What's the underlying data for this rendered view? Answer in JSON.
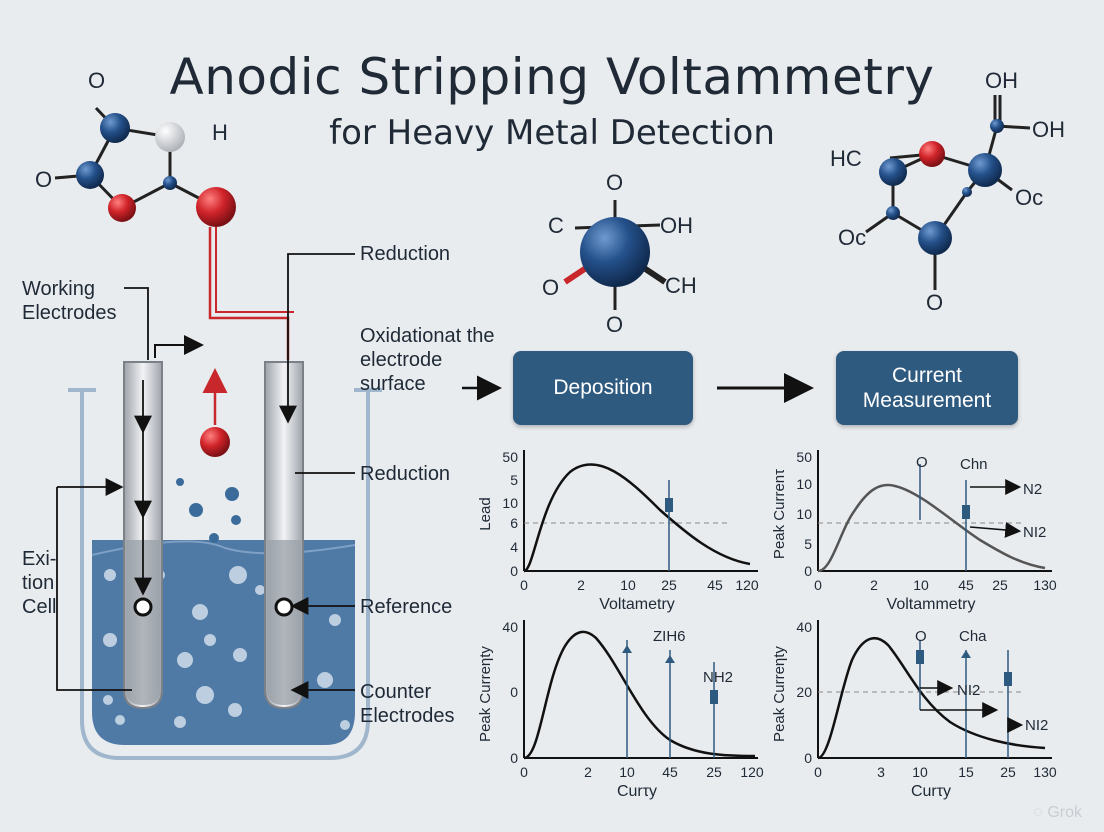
{
  "title": "Anodic Stripping Voltammetry",
  "subtitle": "for Heavy Metal Detection",
  "labels": {
    "working_electrodes": "Working\nElectrodes",
    "reduction_top": "Reduction",
    "oxidation": "Oxidationat the\nelectrode\nsurface",
    "reduction_mid": "Reduction",
    "reference": "Reference",
    "counter": "Counter\nElectrodes",
    "cell": "Exi-\ntion\nCell"
  },
  "process": {
    "deposition": "Deposition",
    "measurement": "Current\nMeasurement"
  },
  "molecules": {
    "left": {
      "o_top": "O",
      "o_left": "O",
      "h": "H"
    },
    "center": {
      "o_top": "O",
      "c": "C",
      "oh": "OH",
      "o_left": "O",
      "ch": "CH",
      "o_bottom": "O"
    },
    "right": {
      "oh1": "OH",
      "oh2": "OH",
      "hc": "HC",
      "oc_right": "Oc",
      "oc_left": "Oc",
      "o_bottom": "O"
    }
  },
  "chart_data": [
    {
      "type": "line",
      "ylabel": "Lead",
      "xlabel": "Voltametry",
      "xticks": [
        "0",
        "2",
        "10",
        "25",
        "45",
        "120"
      ],
      "yticks": [
        "50",
        "5",
        "10",
        "6",
        "4",
        "0"
      ],
      "annotations": []
    },
    {
      "type": "line",
      "ylabel": "Peak Currenτ",
      "xlabel": "Voltammetry",
      "xticks": [
        "0",
        "2",
        "10",
        "45",
        "25",
        "130"
      ],
      "yticks": [
        "50",
        "10",
        "10",
        "5",
        "0"
      ],
      "annotations": [
        "O",
        "Chn",
        "N2",
        "NI2"
      ]
    },
    {
      "type": "line",
      "ylabel": "Peak Curreηty",
      "xlabel": "Curτy",
      "xticks": [
        "0",
        "2",
        "10",
        "45",
        "25",
        "120"
      ],
      "yticks": [
        "40",
        "0",
        "0"
      ],
      "annotations": [
        "ZIH6",
        "NH2"
      ]
    },
    {
      "type": "line",
      "ylabel": "Peak Curreηty",
      "xlabel": "Curτy",
      "xticks": [
        "0",
        "3",
        "10",
        "15",
        "25",
        "130"
      ],
      "yticks": [
        "40",
        "20",
        "0"
      ],
      "annotations": [
        "O",
        "Cha",
        "NI2",
        "NI2"
      ]
    }
  ],
  "watermark": "Grok",
  "colors": {
    "navy": "#2f5a80",
    "red": "#c8282b",
    "dark": "#1f2a36",
    "water": "#4f7aa6"
  }
}
